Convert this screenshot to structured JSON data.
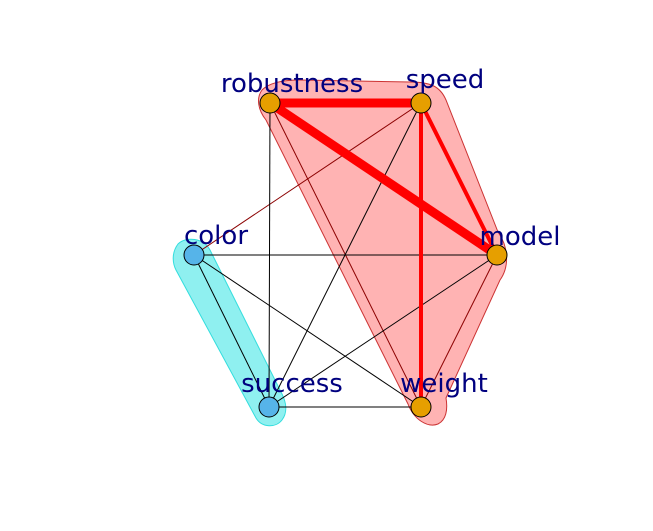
{
  "graph": {
    "nodes": [
      {
        "id": "robustness",
        "label": "robustness",
        "group": "orange"
      },
      {
        "id": "speed",
        "label": "speed",
        "group": "orange"
      },
      {
        "id": "model",
        "label": "model",
        "group": "orange"
      },
      {
        "id": "weight",
        "label": "weight",
        "group": "orange"
      },
      {
        "id": "color",
        "label": "color",
        "group": "blue"
      },
      {
        "id": "success",
        "label": "success",
        "group": "blue"
      }
    ],
    "edges": [
      {
        "from": "robustness",
        "to": "speed",
        "strength": "strong",
        "color": "#ff0000"
      },
      {
        "from": "robustness",
        "to": "model",
        "strength": "strong",
        "color": "#ff0000"
      },
      {
        "from": "speed",
        "to": "weight",
        "strength": "medium",
        "color": "#ff0000"
      },
      {
        "from": "speed",
        "to": "model",
        "strength": "medium",
        "color": "#ff0000"
      },
      {
        "from": "robustness",
        "to": "weight",
        "strength": "thin",
        "color": "#8b0000"
      },
      {
        "from": "model",
        "to": "weight",
        "strength": "thin",
        "color": "#8b0000"
      },
      {
        "from": "speed",
        "to": "color",
        "strength": "thin",
        "color": "#8b0000"
      },
      {
        "from": "robustness",
        "to": "success",
        "strength": "thin",
        "color": "#000000"
      },
      {
        "from": "speed",
        "to": "success",
        "strength": "thin",
        "color": "#000000"
      },
      {
        "from": "color",
        "to": "model",
        "strength": "thin",
        "color": "#000000"
      },
      {
        "from": "color",
        "to": "weight",
        "strength": "thin",
        "color": "#000000"
      },
      {
        "from": "color",
        "to": "success",
        "strength": "thin",
        "color": "#000000"
      },
      {
        "from": "success",
        "to": "model",
        "strength": "thin",
        "color": "#000000"
      },
      {
        "from": "success",
        "to": "weight",
        "strength": "thin",
        "color": "#000000"
      }
    ],
    "groups": {
      "orange": {
        "node_fill": "#e69f00",
        "hull_fill": "#ffb3b3",
        "hull_stroke": "#cc3333"
      },
      "blue": {
        "node_fill": "#56b4e9",
        "hull_fill": "#8ff0f0",
        "hull_stroke": "#33dddd"
      }
    },
    "label_color": "#00007f"
  }
}
